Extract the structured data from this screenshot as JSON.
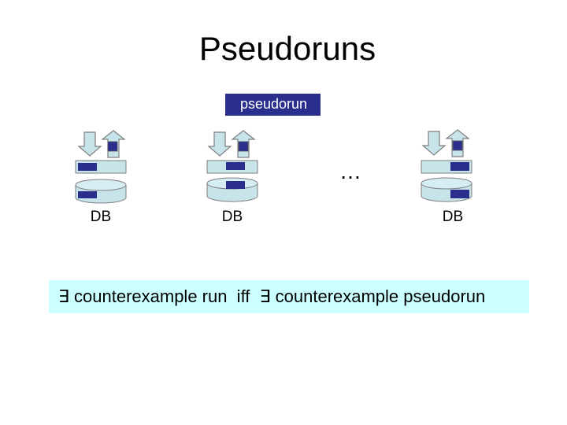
{
  "title": "Pseudoruns",
  "tag_label": "pseudorun",
  "ellipsis": "…",
  "databases": [
    {
      "label": "DB"
    },
    {
      "label": "DB"
    },
    {
      "label": "DB"
    }
  ],
  "statement": "∃ counterexample run  iff  ∃ counterexample pseudorun",
  "colors": {
    "tag_bg": "#2a2f8e",
    "arrow_fill": "#c6e4ea",
    "arrow_stroke": "#7f7f7f",
    "bar_blue": "#2a2f8e",
    "cylinder_fill": "#c6e4ea",
    "banner_bg": "#ccffff"
  }
}
